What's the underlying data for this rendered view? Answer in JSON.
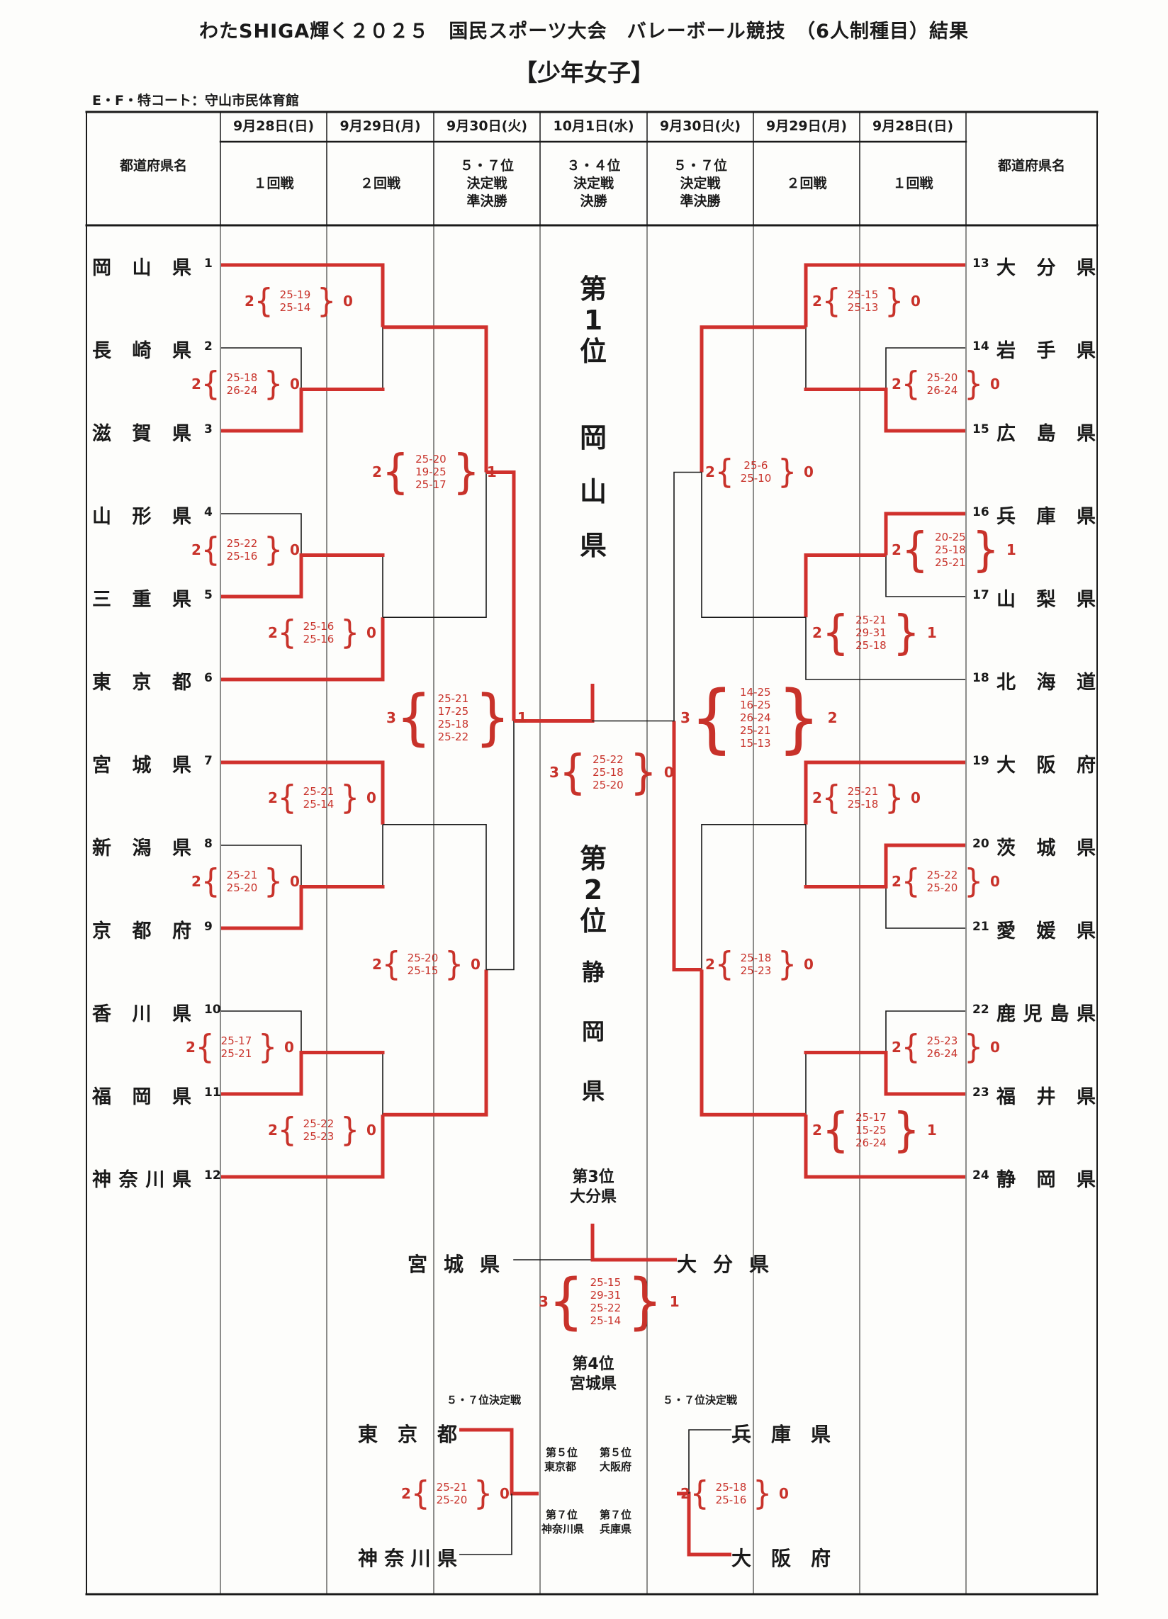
{
  "header": {
    "title": "わたSHIGA輝く２０２５　国民スポーツ大会　バレーボール競技　（6人制種目）結果",
    "category": "【少年女子】",
    "venue": "E・F・特コート：守山市民体育館"
  },
  "columns": {
    "pref_label_left": "都道府県名",
    "pref_label_right": "都道府県名",
    "dates": [
      "9月28日(日)",
      "9月29日(月)",
      "9月30日(火)",
      "10月1日(水)",
      "9月30日(火)",
      "9月29日(月)",
      "9月28日(日)"
    ],
    "rounds": [
      "１回戦",
      "２回戦",
      "５・７位\n決定戦\n準決勝",
      "３・４位\n決定戦\n決勝",
      "５・７位\n決定戦\n準決勝",
      "２回戦",
      "１回戦"
    ]
  },
  "teams_left": [
    {
      "seed": "1",
      "name": "岡山県"
    },
    {
      "seed": "2",
      "name": "長崎県"
    },
    {
      "seed": "3",
      "name": "滋賀県"
    },
    {
      "seed": "4",
      "name": "山形県"
    },
    {
      "seed": "5",
      "name": "三重県"
    },
    {
      "seed": "6",
      "name": "東京都"
    },
    {
      "seed": "7",
      "name": "宮城県"
    },
    {
      "seed": "8",
      "name": "新潟県"
    },
    {
      "seed": "9",
      "name": "京都府"
    },
    {
      "seed": "10",
      "name": "香川県"
    },
    {
      "seed": "11",
      "name": "福岡県"
    },
    {
      "seed": "12",
      "name": "神奈川県"
    }
  ],
  "teams_right": [
    {
      "seed": "13",
      "name": "大分県"
    },
    {
      "seed": "14",
      "name": "岩手県"
    },
    {
      "seed": "15",
      "name": "広島県"
    },
    {
      "seed": "16",
      "name": "兵庫県"
    },
    {
      "seed": "17",
      "name": "山梨県"
    },
    {
      "seed": "18",
      "name": "北海道"
    },
    {
      "seed": "19",
      "name": "大阪府"
    },
    {
      "seed": "20",
      "name": "茨城県"
    },
    {
      "seed": "21",
      "name": "愛媛県"
    },
    {
      "seed": "22",
      "name": "鹿児島県"
    },
    {
      "seed": "23",
      "name": "福井県"
    },
    {
      "seed": "24",
      "name": "静岡県"
    }
  ],
  "matches": [
    {
      "id": "L-R1-1",
      "winner_sets": "2",
      "loser_sets": "0",
      "sets": [
        "25-18",
        "26-24"
      ]
    },
    {
      "id": "L-R2-1",
      "winner_sets": "2",
      "loser_sets": "0",
      "sets": [
        "25-19",
        "25-14"
      ]
    },
    {
      "id": "L-R1-2",
      "winner_sets": "2",
      "loser_sets": "0",
      "sets": [
        "25-22",
        "25-16"
      ]
    },
    {
      "id": "L-R2-2",
      "winner_sets": "2",
      "loser_sets": "0",
      "sets": [
        "25-16",
        "25-16"
      ]
    },
    {
      "id": "L-QF-1",
      "winner_sets": "2",
      "loser_sets": "1",
      "sets": [
        "25-20",
        "19-25",
        "25-17"
      ]
    },
    {
      "id": "L-R2-3",
      "winner_sets": "2",
      "loser_sets": "0",
      "sets": [
        "25-21",
        "25-14"
      ]
    },
    {
      "id": "L-R1-3",
      "winner_sets": "2",
      "loser_sets": "0",
      "sets": [
        "25-21",
        "25-20"
      ]
    },
    {
      "id": "L-R1-4",
      "winner_sets": "2",
      "loser_sets": "0",
      "sets": [
        "25-17",
        "25-21"
      ]
    },
    {
      "id": "L-R2-4",
      "winner_sets": "2",
      "loser_sets": "0",
      "sets": [
        "25-22",
        "25-23"
      ]
    },
    {
      "id": "L-QF-2",
      "winner_sets": "2",
      "loser_sets": "0",
      "sets": [
        "25-20",
        "25-15"
      ]
    },
    {
      "id": "L-SF",
      "winner_sets": "3",
      "loser_sets": "1",
      "sets": [
        "25-21",
        "17-25",
        "25-18",
        "25-22"
      ]
    },
    {
      "id": "R-R2-1",
      "winner_sets": "2",
      "loser_sets": "0",
      "sets": [
        "25-15",
        "25-13"
      ]
    },
    {
      "id": "R-R1-1",
      "winner_sets": "2",
      "loser_sets": "0",
      "sets": [
        "25-20",
        "26-24"
      ]
    },
    {
      "id": "R-QF-1",
      "winner_sets": "2",
      "loser_sets": "0",
      "sets": [
        "25-6",
        "25-10"
      ]
    },
    {
      "id": "R-R1-2",
      "winner_sets": "2",
      "loser_sets": "1",
      "sets": [
        "20-25",
        "25-18",
        "25-21"
      ]
    },
    {
      "id": "R-R2-2",
      "winner_sets": "2",
      "loser_sets": "1",
      "sets": [
        "25-21",
        "29-31",
        "25-18"
      ]
    },
    {
      "id": "R-SF",
      "winner_sets": "3",
      "loser_sets": "2",
      "sets": [
        "14-25",
        "16-25",
        "26-24",
        "25-21",
        "15-13"
      ]
    },
    {
      "id": "R-R2-3",
      "winner_sets": "2",
      "loser_sets": "0",
      "sets": [
        "25-21",
        "25-18"
      ]
    },
    {
      "id": "R-R1-3",
      "winner_sets": "2",
      "loser_sets": "0",
      "sets": [
        "25-22",
        "25-20"
      ]
    },
    {
      "id": "R-QF-2",
      "winner_sets": "2",
      "loser_sets": "0",
      "sets": [
        "25-18",
        "25-23"
      ]
    },
    {
      "id": "R-R1-4",
      "winner_sets": "2",
      "loser_sets": "0",
      "sets": [
        "25-23",
        "26-24"
      ]
    },
    {
      "id": "R-R2-4",
      "winner_sets": "2",
      "loser_sets": "1",
      "sets": [
        "25-17",
        "15-25",
        "26-24"
      ]
    },
    {
      "id": "FINAL",
      "winner_sets": "3",
      "loser_sets": "0",
      "sets": [
        "25-22",
        "25-18",
        "25-20"
      ]
    },
    {
      "id": "THIRD",
      "winner_sets": "3",
      "loser_sets": "1",
      "sets": [
        "25-15",
        "29-31",
        "25-22",
        "25-14"
      ]
    },
    {
      "id": "FIFTH-L",
      "winner_sets": "2",
      "loser_sets": "0",
      "sets": [
        "25-21",
        "25-20"
      ]
    },
    {
      "id": "FIFTH-R",
      "winner_sets": "2",
      "loser_sets": "0",
      "sets": [
        "25-18",
        "25-16"
      ]
    }
  ],
  "results": {
    "first": {
      "label": "第\n1\n位",
      "team": "岡\n山\n県"
    },
    "second": {
      "label": "第\n2\n位",
      "team": "静\n岡\n県"
    },
    "third": {
      "label": "第3位",
      "team": "大分県"
    },
    "fourth": {
      "label": "第4位",
      "team": "宮城県"
    },
    "fifth_a": {
      "label": "第５位",
      "team": "東京都"
    },
    "fifth_b": {
      "label": "第５位",
      "team": "大阪府"
    },
    "seventh_a": {
      "label": "第７位",
      "team": "神奈川県"
    },
    "seventh_b": {
      "label": "第７位",
      "team": "兵庫県"
    }
  },
  "third_place_match": {
    "left": "宮城県",
    "right": "大分県"
  },
  "fifth_place": {
    "label_left": "５・７位決定戦",
    "label_right": "５・７位決定戦",
    "left_top": "東京都",
    "left_bottom": "神奈川県",
    "right_top": "兵庫県",
    "right_bottom": "大阪府"
  },
  "colors": {
    "winner_line": "#d0312d",
    "score": "#c8322a",
    "line": "#1a1a1a"
  }
}
